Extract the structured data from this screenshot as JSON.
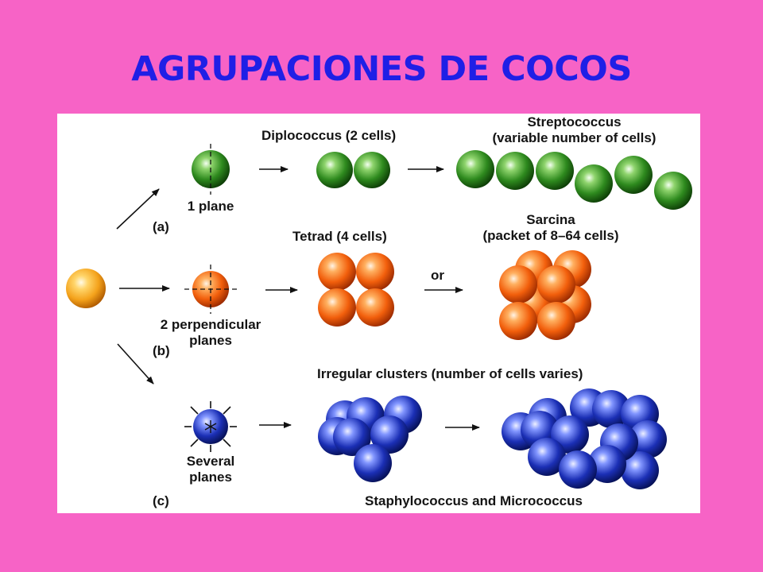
{
  "title": "AGRUPACIONES DE COCOS",
  "panels": {
    "a": {
      "tag": "(a)",
      "plane_label": "1 plane",
      "diplo_label": "Diplococcus (2 cells)",
      "strepto_title": "Streptococcus",
      "strepto_sub": "(variable number of cells)"
    },
    "b": {
      "tag": "(b)",
      "plane_label_1": "2 perpendicular",
      "plane_label_2": "planes",
      "tetrad_label": "Tetrad (4 cells)",
      "or_label": "or",
      "sarcina_title": "Sarcina",
      "sarcina_sub": "(packet of 8–64 cells)"
    },
    "c": {
      "tag": "(c)",
      "plane_label_1": "Several",
      "plane_label_2": "planes",
      "clusters_label": "Irregular clusters (number of cells varies)",
      "staph_label": "Staphylococcus and Micrococcus"
    }
  },
  "colors": {
    "background": "#f763c6",
    "title": "#1f1fe6",
    "green": "#2e8a1e",
    "orange": "#f25f0c",
    "yellow": "#f4a21b",
    "blue": "#1b2fb5"
  }
}
